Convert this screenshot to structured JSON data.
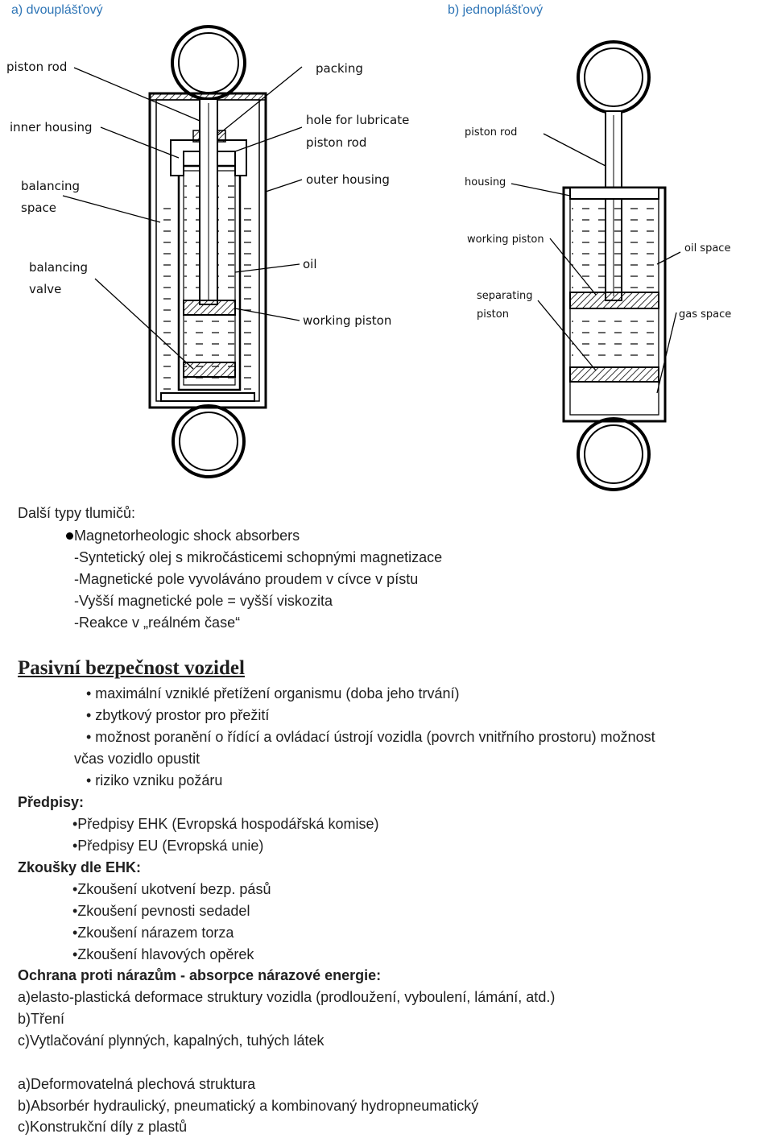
{
  "header": {
    "left_label": "a) dvouplášťový",
    "right_label": "b) jednoplášťový"
  },
  "diagram_a": {
    "labels": {
      "piston_rod": "piston rod",
      "packing": "packing",
      "inner_housing": "inner housing",
      "hole_for_lubricate_1": "hole for lubricate",
      "hole_for_lubricate_2": "piston rod",
      "balancing_space_1": "balancing",
      "balancing_space_2": "space",
      "outer_housing": "outer housing",
      "balancing_valve_1": "balancing",
      "balancing_valve_2": "valve",
      "oil": "oil",
      "working_piston": "working piston"
    }
  },
  "diagram_b": {
    "labels": {
      "piston_rod": "piston rod",
      "housing": "housing",
      "working_piston": "working piston",
      "oil_space": "oil space",
      "separating_piston_1": "separating",
      "separating_piston_2": "piston",
      "gas_space": "gas space"
    }
  },
  "text": {
    "intro": "Další typy tlumičů:",
    "mr_item": "Magnetorheologic shock absorbers",
    "mr_lines": [
      "-Syntetický olej s mikročásticemi schopnými magnetizace",
      "-Magnetické pole vyvoláváno proudem v cívce v pístu",
      "-Vyšší magnetické pole = vyšší viskozita",
      "-Reakce v „reálném čase“"
    ],
    "passive_heading": "Pasivní bezpečnost vozidel",
    "passive_items": [
      "• maximální vzniklé přetížení organismu (doba jeho trvání)",
      "• zbytkový prostor pro přežití",
      "• možnost poranění o řídící a ovládací ústrojí vozidla (povrch vnitřního prostoru) možnost",
      "včas vozidlo opustit",
      "• riziko vzniku požáru"
    ],
    "predpisy_heading": "Předpisy:",
    "predpisy_items": [
      "•Předpisy EHK (Evropská hospodářská komise)",
      "•Předpisy EU (Evropská unie)"
    ],
    "zkousky_heading": "Zkoušky dle EHK:",
    "zkousky_items": [
      "•Zkoušení ukotvení bezp. pásů",
      "•Zkoušení pevnosti sedadel",
      "•Zkoušení nárazem torza",
      "•Zkoušení hlavových opěrek"
    ],
    "ochrana_heading": "Ochrana proti nárazům - absorpce nárazové energie:",
    "ochrana_items": [
      "a)elasto-plastická deformace struktury vozidla (prodloužení, vyboulení, lámání, atd.)",
      "b)Tření",
      "c)Vytlačování plynných, kapalných, tuhých látek"
    ],
    "absorb_items": [
      "a)Deformovatelná plechová struktura",
      "b)Absorbér hydraulický, pneumatický a kombinovaný hydropneumatický",
      "c)Konstrukční díly z plastů"
    ]
  }
}
